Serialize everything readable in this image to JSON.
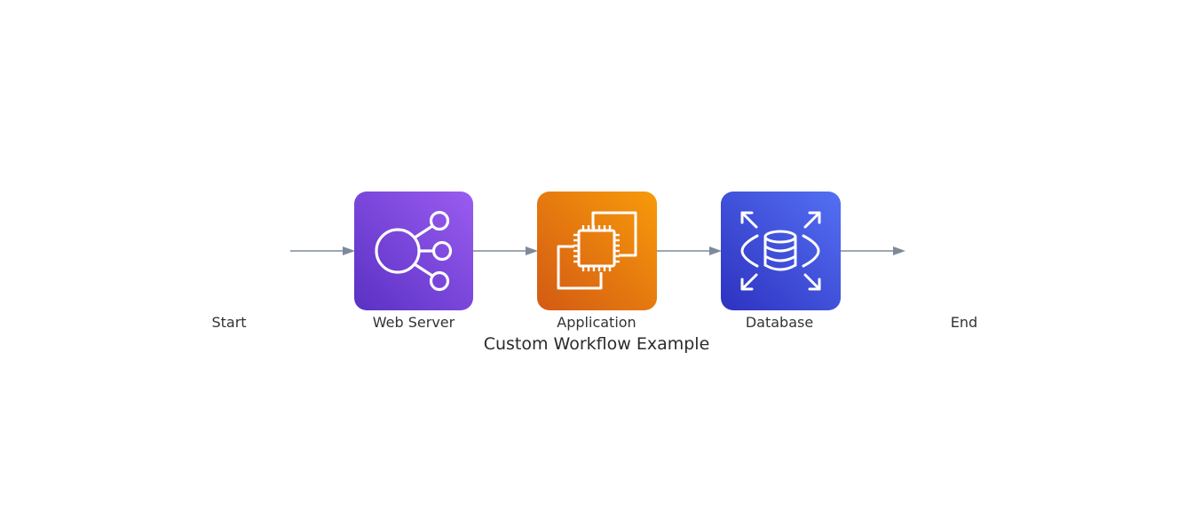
{
  "diagram": {
    "caption": "Custom Workflow Example",
    "nodes": [
      {
        "id": "start",
        "label": "Start",
        "icon": null
      },
      {
        "id": "web",
        "label": "Web Server",
        "icon": "load-balancer-icon",
        "color_from": "#5a31c4",
        "color_to": "#9a5cf0"
      },
      {
        "id": "app",
        "label": "Application",
        "icon": "compute-instance-icon",
        "color_from": "#d35a14",
        "color_to": "#f89a0a"
      },
      {
        "id": "db",
        "label": "Database",
        "icon": "database-icon",
        "color_from": "#2d32c0",
        "color_to": "#5470f3"
      },
      {
        "id": "end",
        "label": "End",
        "icon": null
      }
    ],
    "edges": [
      {
        "from": "start",
        "to": "web"
      },
      {
        "from": "web",
        "to": "app"
      },
      {
        "from": "app",
        "to": "db"
      },
      {
        "from": "db",
        "to": "end"
      }
    ],
    "edge_color": "#7d8a99"
  }
}
